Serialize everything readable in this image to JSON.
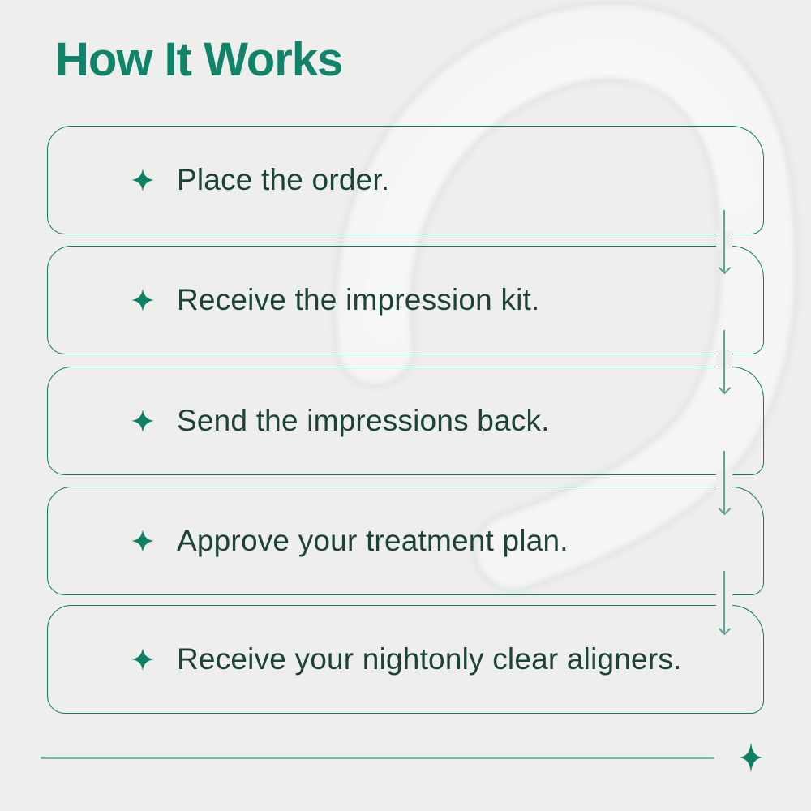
{
  "title": "How It Works",
  "steps": [
    {
      "icon": "sparkle-icon",
      "label": "Place the order."
    },
    {
      "icon": "sparkle-icon",
      "label": "Receive the impression kit."
    },
    {
      "icon": "sparkle-icon",
      "label": "Send the impressions back."
    },
    {
      "icon": "sparkle-icon",
      "label": "Approve your treatment plan."
    },
    {
      "icon": "sparkle-icon",
      "label": "Receive your nightonly clear aligners."
    }
  ],
  "flow": {
    "arrow_icon": "arrow-down-icon",
    "arrow_count": 4
  },
  "footer": {
    "sparkle_icon": "sparkle-icon"
  },
  "colors": {
    "background": "#eeeeed",
    "title": "#10846a",
    "box_border": "#0b7b62",
    "step_text": "#1c4339",
    "arrow": "#5ba396",
    "divider": "#7fb5a9",
    "sparkle": "#0e8066",
    "footer_sparkle": "#0c8165"
  }
}
